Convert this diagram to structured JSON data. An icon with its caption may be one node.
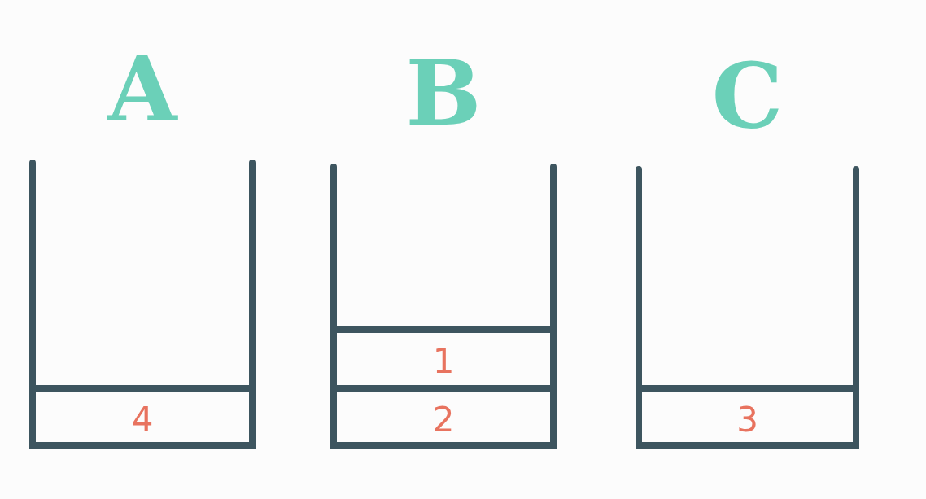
{
  "diagram": {
    "nodes": [
      {
        "text": [
          "A"
        ]
      },
      {
        "text": [
          "B"
        ]
      },
      {
        "text": [
          "C"
        ]
      },
      {
        "text": [
          "4"
        ],
        "in": 0
      },
      {
        "text": [
          "1"
        ],
        "in": 1
      },
      {
        "text": [
          "2"
        ],
        "in": 1
      },
      {
        "text": [
          "3"
        ],
        "in": 2
      }
    ]
  }
}
